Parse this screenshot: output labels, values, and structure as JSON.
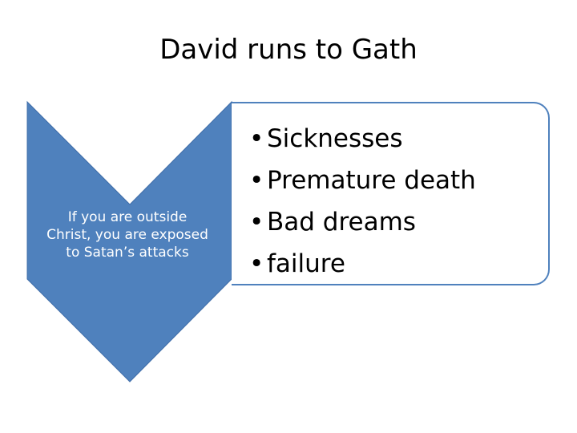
{
  "title": "David runs to Gath",
  "chevron": {
    "lines": [
      "If you are outside",
      "Christ, you are exposed",
      "to Satan’s attacks"
    ],
    "color": "#4f81bd"
  },
  "bullets": {
    "marker": "•",
    "items": [
      "Sicknesses",
      "Premature death",
      "Bad dreams",
      "failure"
    ],
    "border_color": "#4f81bd"
  }
}
